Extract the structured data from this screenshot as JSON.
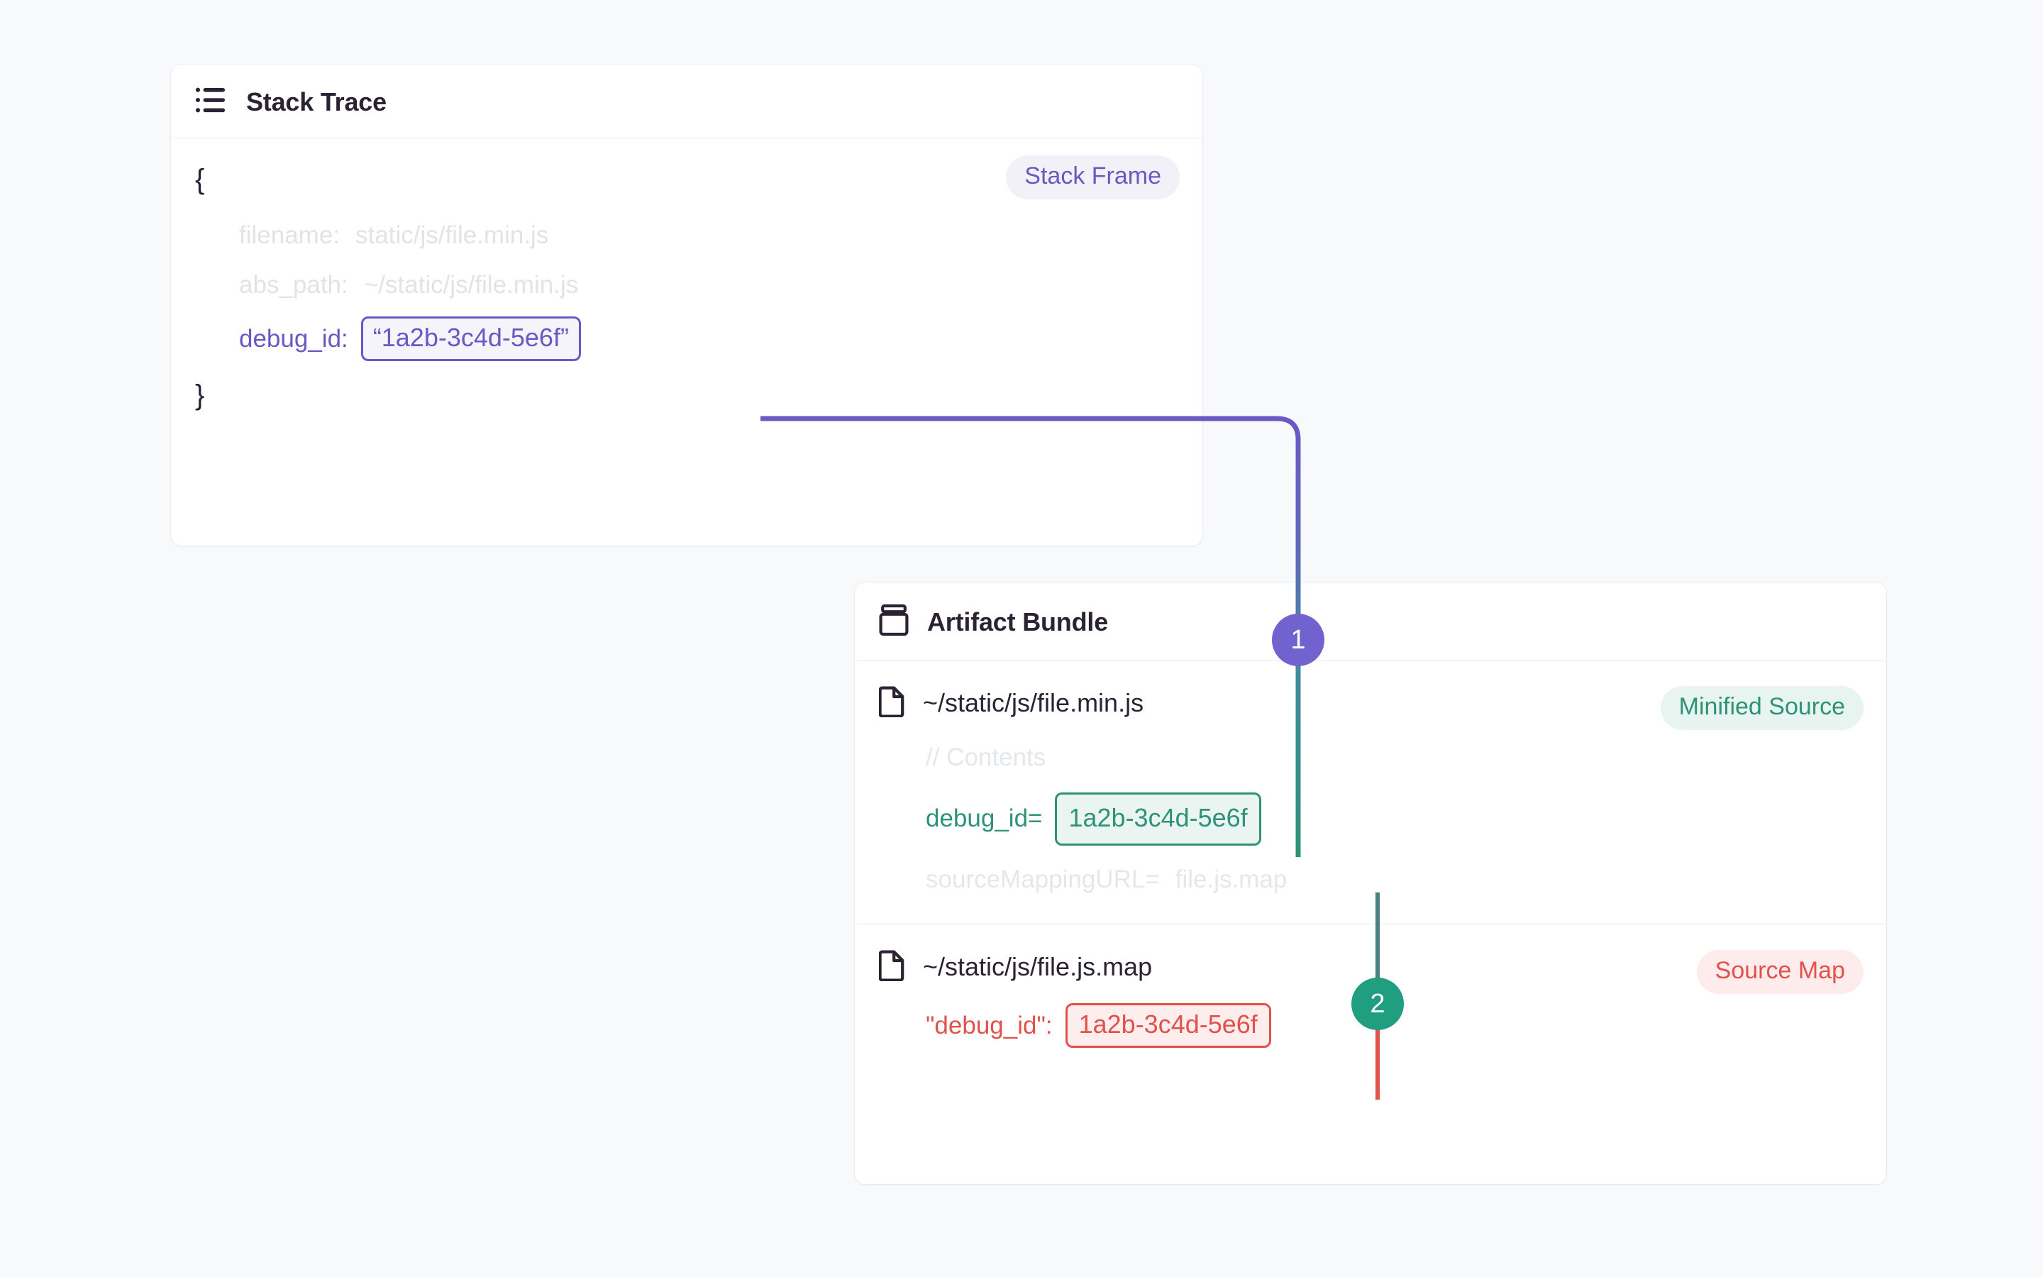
{
  "theme": {
    "page_background": "#f8f9fb",
    "card_background": "#ffffff",
    "purple": "#6b58c4",
    "purple_badge": "#7262cf",
    "green": "#2e9277",
    "green_badge": "#1f9e80",
    "red": "#e0524b",
    "muted_text": "#e2e3e7",
    "title_text": "#2b2233"
  },
  "stack_trace": {
    "title": "Stack Trace",
    "icon": "list-icon",
    "badge": "Stack Frame",
    "open_brace": "{",
    "close_brace": "}",
    "fields": [
      {
        "key": "filename:",
        "value": "static/js/file.min.js",
        "muted": true
      },
      {
        "key": "abs_path:",
        "value": "~/static/js/file.min.js",
        "muted": true
      }
    ],
    "debug_id": {
      "key": "debug_id:",
      "value": "“1a2b-3c4d-5e6f”"
    }
  },
  "artifact_bundle": {
    "title": "Artifact Bundle",
    "icon": "package-icon",
    "files": [
      {
        "icon": "file-icon",
        "name": "~/static/js/file.min.js",
        "badge": "Minified Source",
        "lines": [
          {
            "text": "// Contents",
            "muted": true
          },
          {
            "key": "debug_id=",
            "value": "1a2b-3c4d-5e6f",
            "highlight": "green"
          },
          {
            "key": "sourceMappingURL=",
            "value": "file.js.map",
            "muted": true
          }
        ]
      },
      {
        "icon": "file-icon",
        "name": "~/static/js/file.js.map",
        "badge": "Source Map",
        "lines": [
          {
            "key": "\"debug_id\":",
            "value": "1a2b-3c4d-5e6f",
            "highlight": "red"
          }
        ]
      }
    ]
  },
  "steps": [
    {
      "label": "1",
      "color": "#7262cf"
    },
    {
      "label": "2",
      "color": "#1f9e80"
    }
  ]
}
